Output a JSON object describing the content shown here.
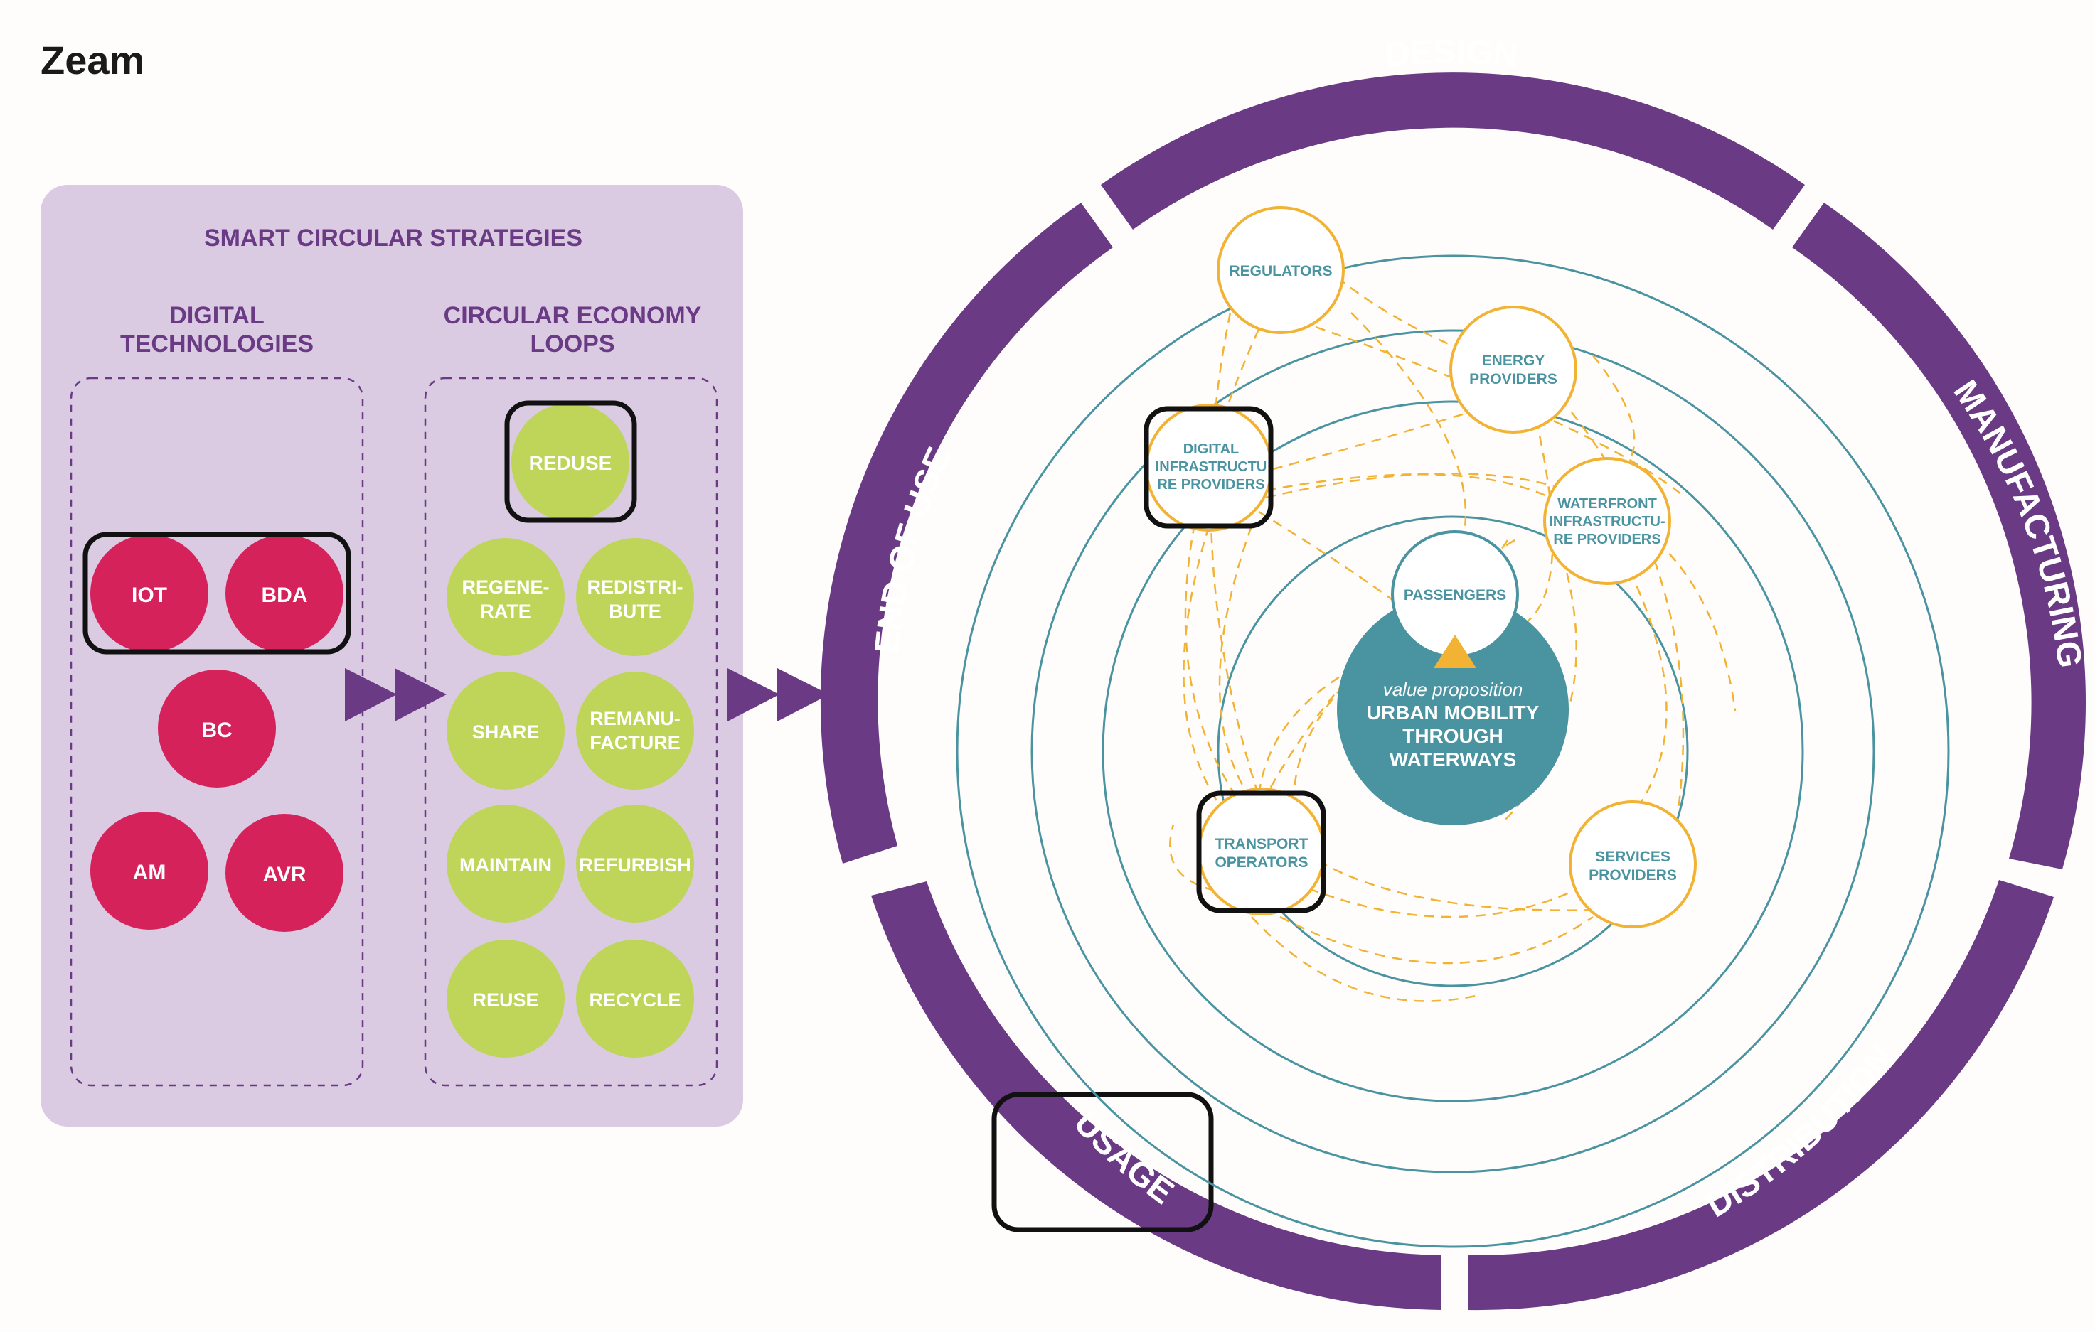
{
  "page": {
    "title": "Zeam"
  },
  "strategies": {
    "title": "SMART CIRCULAR STRATEGIES",
    "digital": {
      "heading": [
        "DIGITAL",
        "TECHNOLOGIES"
      ],
      "items": [
        "IOT",
        "BDA",
        "BC",
        "AM",
        "AVR"
      ]
    },
    "loops": {
      "heading": [
        "CIRCULAR ECONOMY",
        "LOOPS"
      ],
      "items": [
        [
          "REDUSE"
        ],
        [
          "REGENE-",
          "RATE"
        ],
        [
          "REDISTRI-",
          "BUTE"
        ],
        [
          "SHARE"
        ],
        [
          "REMANU-",
          "FACTURE"
        ],
        [
          "MAINTAIN"
        ],
        [
          "REFURBISH"
        ],
        [
          "REUSE"
        ],
        [
          "RECYCLE"
        ]
      ]
    }
  },
  "lifecycle": {
    "segments": [
      "DESIGN",
      "MANUFACTURING",
      "DISTRIBUTION",
      "USAGE",
      "END OF USE"
    ]
  },
  "ecosystem": {
    "actors": [
      [
        "REGULATORS"
      ],
      [
        "ENERGY",
        "PROVIDERS"
      ],
      [
        "DIGITAL",
        "INFRASTRUCTU",
        "RE PROVIDERS"
      ],
      [
        "WATERFRONT",
        "INFRASTRUCTU-",
        "RE PROVIDERS"
      ],
      [
        "PASSENGERS"
      ],
      [
        "TRANSPORT",
        "OPERATORS"
      ],
      [
        "SERVICES",
        "PROVIDERS"
      ]
    ],
    "value_proposition": {
      "label": "value proposition",
      "lines": [
        "URBAN MOBILITY",
        "THROUGH",
        "WATERWAYS"
      ]
    }
  },
  "colors": {
    "purple": "#6a3a84",
    "panel": "#dacbe3",
    "pink": "#d6225b",
    "green": "#bed55a",
    "teal": "#4a93a0",
    "orange": "#f2b233"
  }
}
